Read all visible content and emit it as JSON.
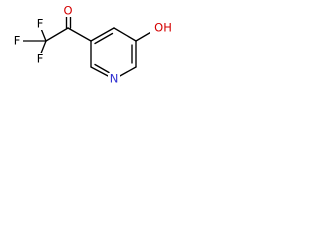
{
  "molecule": {
    "labels": {
      "fluorine_top": "F",
      "fluorine_left": "F",
      "fluorine_bottom": "F",
      "carbonyl_oxygen": "O",
      "hydroxyl": "OH",
      "ring_nitrogen": "N"
    },
    "colors": {
      "bond": "#000000",
      "oxygen": "#d40000",
      "nitrogen": "#2f2fd1",
      "fluorine": "#000000",
      "background": "#ffffff"
    }
  }
}
